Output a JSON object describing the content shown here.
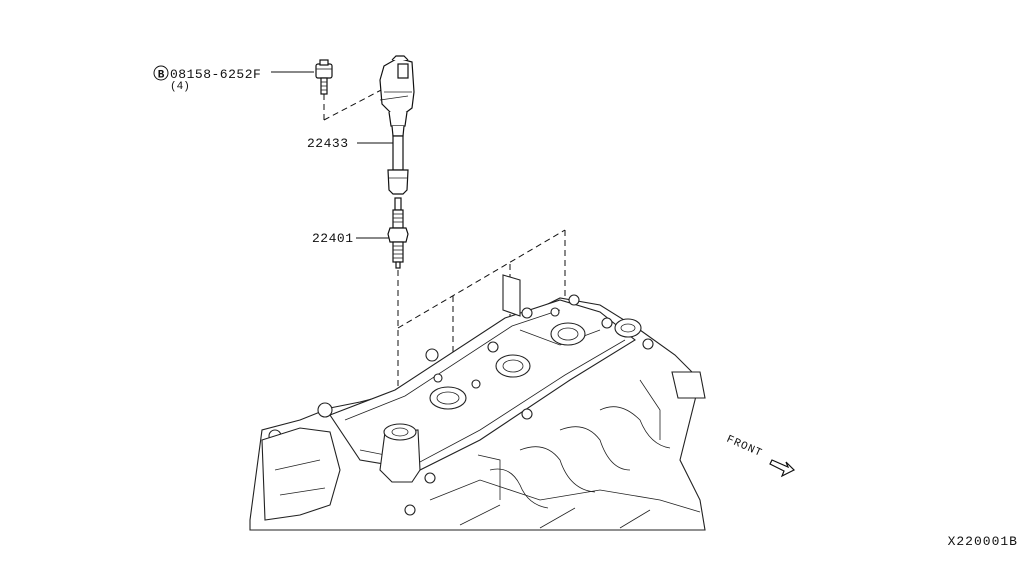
{
  "diagram": {
    "id_code": "X220001B",
    "direction_label": "FRONT",
    "callouts": [
      {
        "key": "bolt",
        "badge": "B",
        "part_number": "08158-6252F",
        "quantity": "(4)"
      },
      {
        "key": "coil",
        "part_number": "22433"
      },
      {
        "key": "plug",
        "part_number": "22401"
      }
    ]
  }
}
